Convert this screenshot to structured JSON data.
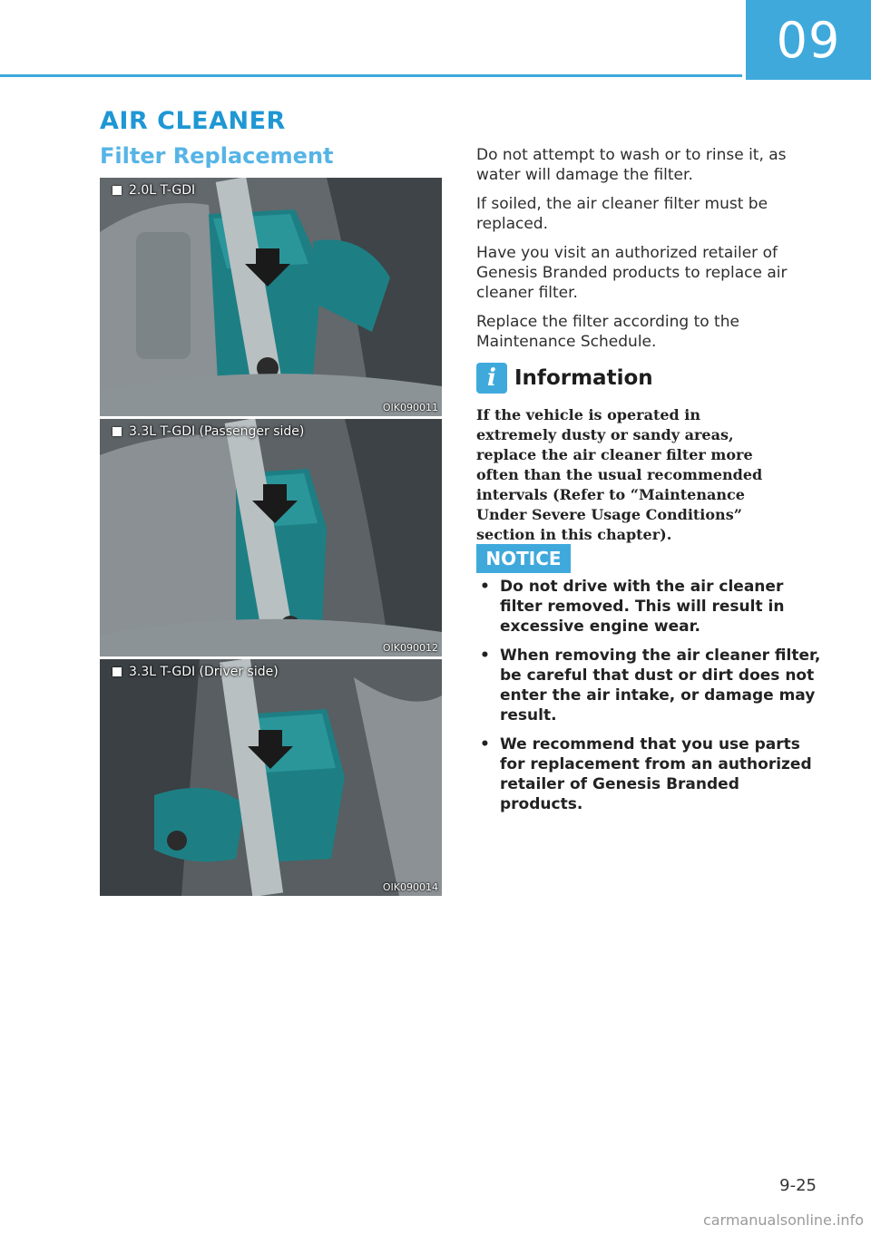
{
  "header": {
    "chapter": "09"
  },
  "section": {
    "title": "AIR CLEANER",
    "subtitle": "Filter Replacement"
  },
  "figures": [
    {
      "label": "2.0L T-GDI",
      "code": "OIK090011"
    },
    {
      "label": "3.3L T-GDI (Passenger side)",
      "code": "OIK090012"
    },
    {
      "label": "3.3L T-GDI (Driver side)",
      "code": "OIK090014"
    }
  ],
  "body": {
    "paragraphs": [
      "Do not attempt to wash or to rinse it, as water will damage the filter.",
      "If soiled, the air cleaner filter must be replaced.",
      "Have you visit an authorized retailer of Genesis Branded products to replace air cleaner filter.",
      "Replace the filter according to the Maintenance Schedule."
    ]
  },
  "information": {
    "icon": "info-icon",
    "title": "Information",
    "text": "If the vehicle is operated in extremely dusty or sandy areas, replace the air cleaner filter more often than the usual recommended intervals (Refer to “Maintenance Under Severe Usage Conditions” section in this chapter)."
  },
  "notice": {
    "badge": "NOTICE",
    "items": [
      "Do not drive with the air cleaner filter removed. This will result in excessive engine wear.",
      "When removing the air cleaner filter, be careful that dust or dirt does not enter the air intake, or damage may result.",
      "We recommend that you use parts for replacement from an authorized retailer of Genesis Branded products."
    ]
  },
  "footer": {
    "page": "9-25",
    "watermark": "carmanualsonline.info"
  },
  "colors": {
    "accent": "#3fa9dc",
    "title": "#1f97d4",
    "subtitle": "#56b4e6",
    "highlight": "#1d7f84"
  }
}
